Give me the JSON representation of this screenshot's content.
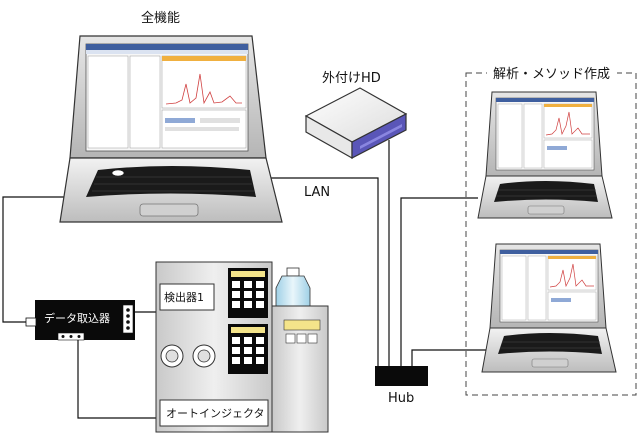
{
  "labels": {
    "main_pc": "全機能",
    "external_hd": "外付けHD",
    "lan": "LAN",
    "analysis_group": "解析・メソッド作成",
    "data_acquisition": "データ取込器",
    "detector": "検出器1",
    "autoinjector": "オートインジェクタ",
    "hub": "Hub"
  }
}
